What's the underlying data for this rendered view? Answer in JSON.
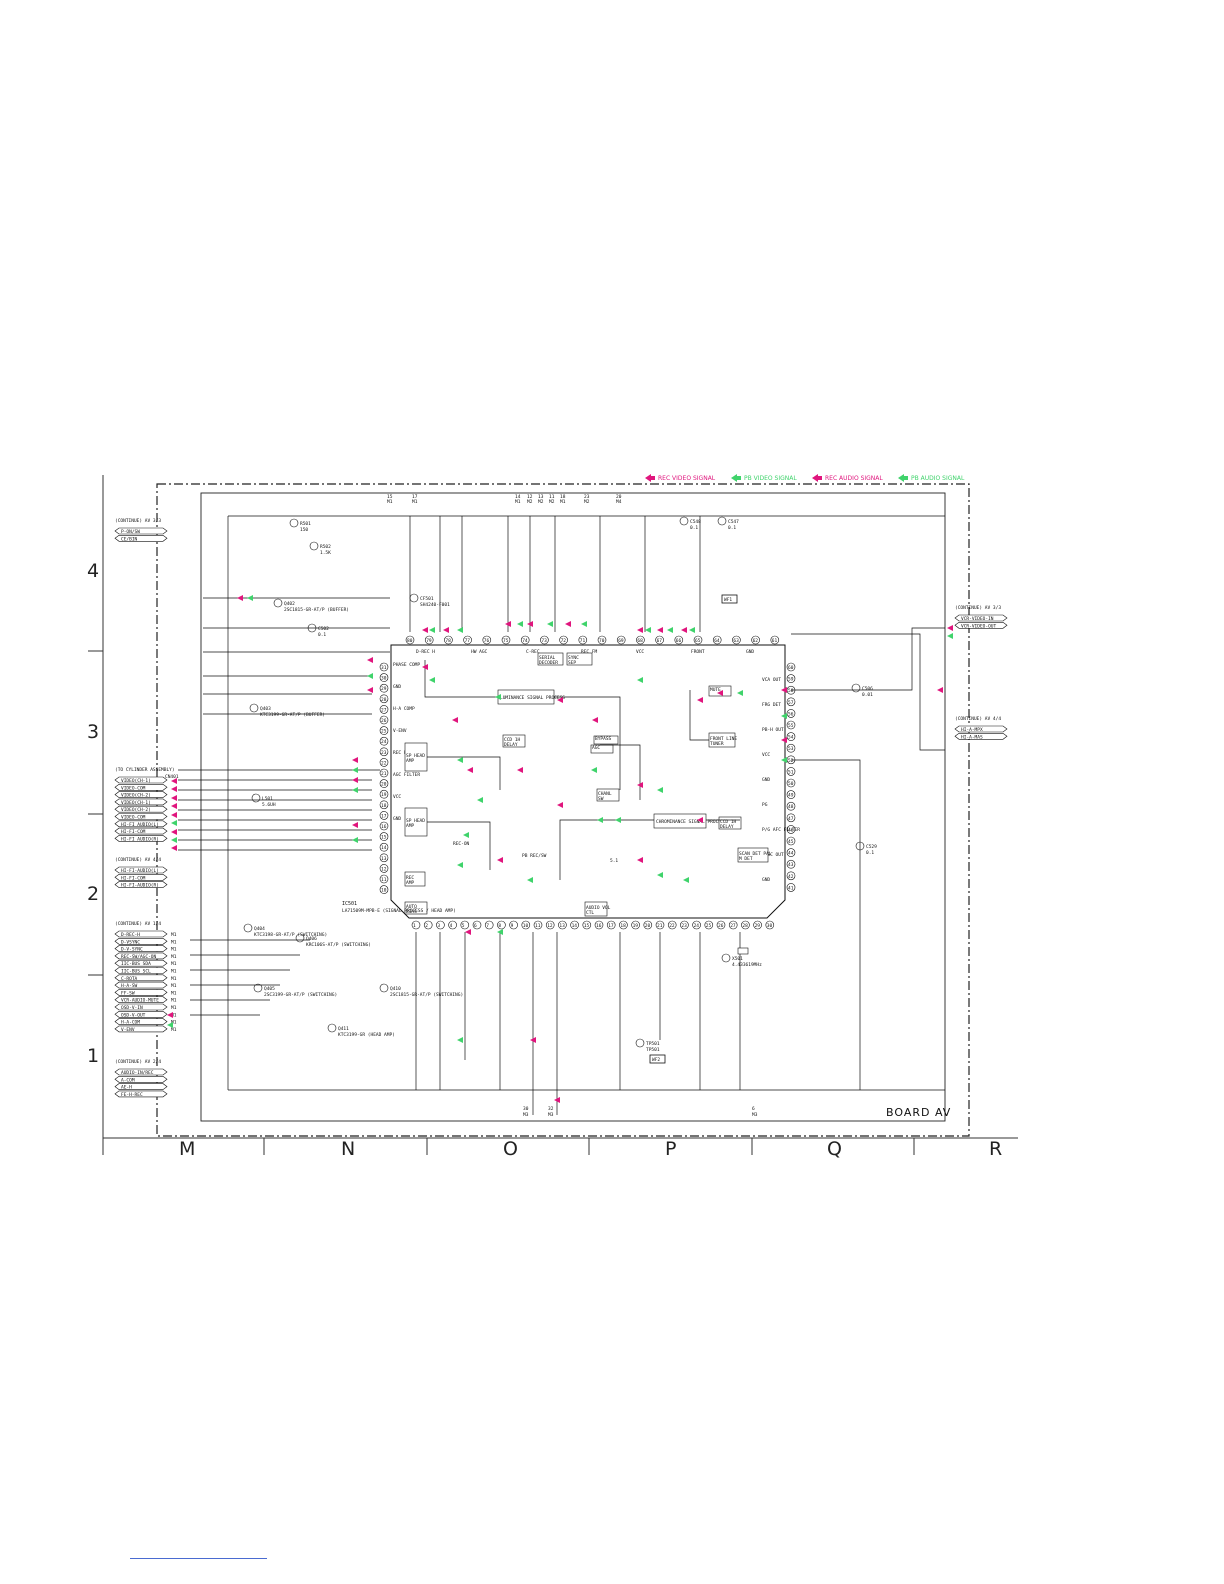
{
  "legend": [
    {
      "label": "REC VIDEO SIGNAL",
      "color": "#e0157d"
    },
    {
      "label": "PB VIDEO SIGNAL",
      "color": "#3fd36b"
    },
    {
      "label": "REC AUDIO SIGNAL",
      "color": "#e0157d"
    },
    {
      "label": "PB AUDIO SIGNAL",
      "color": "#3fd36b"
    }
  ],
  "board_title": "BOARD AV",
  "grid_columns": [
    "M",
    "N",
    "O",
    "P",
    "Q",
    "R"
  ],
  "grid_rows": [
    "4",
    "3",
    "2",
    "1"
  ],
  "top_connectors": [
    "15 M1",
    "17 M1",
    "14 M1",
    "12 M2",
    "13 M2",
    "11 M2",
    "18 M1",
    "23 M2",
    "20 M4"
  ],
  "bottom_connectors": [
    "30 M3",
    "32 M3",
    "6 M3"
  ],
  "ic_main": "IC501",
  "ic_main_desc": "LA71509M-MPB-E (SIGNAL PROCESS / HEAD AMP)",
  "ic_pins_top": [
    "80",
    "79",
    "78",
    "77",
    "76",
    "75",
    "74",
    "73",
    "72",
    "71",
    "70",
    "69",
    "68",
    "67",
    "66",
    "65",
    "64",
    "63",
    "62",
    "61"
  ],
  "ic_pins_bottom": [
    "1",
    "2",
    "3",
    "4",
    "5",
    "6",
    "7",
    "8",
    "9",
    "10",
    "11",
    "12",
    "13",
    "14",
    "15",
    "16",
    "17",
    "18",
    "19",
    "20",
    "21",
    "22",
    "23",
    "24",
    "25",
    "26",
    "27",
    "28",
    "29",
    "30"
  ],
  "ic_pins_left": [
    "31",
    "30",
    "29",
    "28",
    "27",
    "26",
    "25",
    "24",
    "23",
    "22",
    "21",
    "20",
    "19",
    "18",
    "17",
    "16",
    "15",
    "14",
    "13",
    "12",
    "11",
    "10"
  ],
  "ic_pins_right": [
    "60",
    "59",
    "58",
    "57",
    "56",
    "55",
    "54",
    "53",
    "52",
    "51",
    "50",
    "49",
    "48",
    "47",
    "46",
    "45",
    "44",
    "43",
    "42",
    "41"
  ],
  "ic_blocks": [
    "LUMINANCE SIGNAL PROCESS",
    "CHROMINANCE SIGNAL PROCESS",
    "SP HEAD AMP",
    "SP HEAD AMP",
    "CCD 1H DELAY",
    "CCD 1H DELAY",
    "SERIAL DECODER",
    "SYNC SEP",
    "REC AMP",
    "AUTO BIAS",
    "SCAN DET PAL M DET",
    "AUDIO VOL CTL",
    "FRONT LINE TUNER",
    "MUTE",
    "BYPASS",
    "AGC",
    "CHANL SW"
  ],
  "ic_pin_names": {
    "top": [
      "D-REC H",
      "HW AGC",
      "C-REC",
      "REC FM",
      "VCC",
      "FRONT",
      "GND"
    ],
    "right": [
      "VCA OUT",
      "FRG DET",
      "PB-H OUT",
      "VCC",
      "GND",
      "PG",
      "P/G AFC FILTER",
      "2FSC OUT",
      "GND"
    ],
    "left": [
      "PHASE COMP",
      "GND",
      "H-A COMP",
      "V-ENV",
      "REC PB AGC",
      "AGC FILTER",
      "VCC",
      "GND"
    ]
  },
  "left_connectors_top": {
    "header": "(CONTINUE) AV 3/3",
    "items": [
      "P-ON/SW",
      "CE/BIN"
    ]
  },
  "left_connectors_cyl": {
    "header": "(TO CYLINDER ASSEMBLY)",
    "ref": "CN401",
    "items": [
      "VIDEO(CH-1)",
      "VIDEO-COM",
      "VIDEO(CH-2)",
      "VIDEO(CH-1)",
      "VIDEO(CH-2)",
      "VIDEO-COM",
      "HI-FI AUDIO(L)",
      "HI-FI-COM",
      "HI-FI AUDIO(R)"
    ]
  },
  "left_connectors_mid": {
    "header": "(CONTINUE) AV 4/4",
    "items": [
      "HI-FI-AUDIO(L)",
      "HI-FI-COM",
      "HI-FI-AUDIO(R)"
    ]
  },
  "left_connectors_ctrl": {
    "header": "(CONTINUE) AV 1/4",
    "items": [
      {
        "name": "D-REC-H",
        "ref": "M1"
      },
      {
        "name": "D-VSYNC",
        "ref": "M1"
      },
      {
        "name": "D-V-SYNC",
        "ref": "M1"
      },
      {
        "name": "REC-SW/AGC-ON",
        "ref": "M1"
      },
      {
        "name": "IIC-BUS SDA",
        "ref": "M1"
      },
      {
        "name": "IIC-BUS SCL",
        "ref": "M1"
      },
      {
        "name": "C-ROTA",
        "ref": "M1"
      },
      {
        "name": "H-A-SW",
        "ref": "M1"
      },
      {
        "name": "FF-SW",
        "ref": "M1"
      },
      {
        "name": "VCR-AUDIO-MUTE",
        "ref": "M1"
      },
      {
        "name": "OSD-V-IN",
        "ref": "M1"
      },
      {
        "name": "OSD-V-OUT",
        "ref": "M1"
      },
      {
        "name": "H-A-COM",
        "ref": "M1"
      },
      {
        "name": "V-ENV",
        "ref": "M1"
      }
    ]
  },
  "left_connectors_bottom": {
    "header": "(CONTINUE) AV 2/4",
    "items": [
      "AUDIO-IN/REC",
      "A-COM",
      "AE-H",
      "FE-H-REC"
    ]
  },
  "right_connectors_top": {
    "header": "(CONTINUE) AV 3/3",
    "items": [
      "VCR-VIDEO-IN",
      "VCR-VIDEO-OUT"
    ]
  },
  "right_connectors_bottom": {
    "header": "(CONTINUE) AV 4/4",
    "items": [
      "HI-A-MPX",
      "HI-A-MAS"
    ]
  },
  "components": [
    {
      "ref": "Q402",
      "desc": "2SC1815-GR-AT/P (BUFFER)"
    },
    {
      "ref": "Q403",
      "desc": "KTC3199-GR-AT/P (BUFFER)"
    },
    {
      "ref": "Q404",
      "desc": "KTC3198-GR-AT/P (SWITCHING)"
    },
    {
      "ref": "Q405",
      "desc": "2SC3199-GR-AT/P (SWITCHING)"
    },
    {
      "ref": "Q406",
      "desc": "KRC106S-AT/P (SWITCHING)"
    },
    {
      "ref": "Q410",
      "desc": "2SC1815-GR-AT/P (SWITCHING)"
    },
    {
      "ref": "Q411",
      "desc": "KTC3199-GR (HEAD AMP)"
    },
    {
      "ref": "CF501",
      "desc": "SH4240-F001"
    },
    {
      "ref": "X501",
      "desc": "4.433619MHz"
    },
    {
      "ref": "L501",
      "desc": "5.6UH"
    },
    {
      "ref": "TP501",
      "desc": "TP501"
    },
    {
      "ref": "C502",
      "desc": "0.1"
    },
    {
      "ref": "R501",
      "desc": "150"
    },
    {
      "ref": "R502",
      "desc": "1.5K"
    },
    {
      "ref": "C506",
      "desc": "0.01"
    },
    {
      "ref": "C529",
      "desc": "0.1"
    },
    {
      "ref": "C548",
      "desc": "0.1"
    },
    {
      "ref": "C547",
      "desc": "0.1"
    }
  ],
  "test_points": [
    "WF1",
    "WF2"
  ],
  "notes": {
    "ic_subtitle": "LA71509M-MPB-E",
    "switch_label": "REC-ON",
    "pb_rec": "PB REC/SW",
    "voltage_note": "5.1"
  }
}
